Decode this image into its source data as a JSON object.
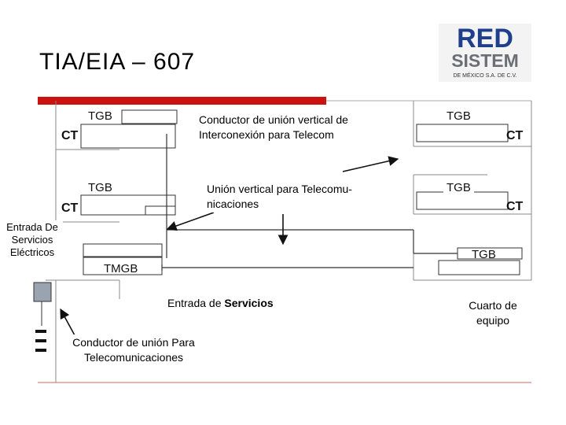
{
  "title": "TIA/EIA – 607",
  "logo": {
    "line1": "RED",
    "line2": "SISTEM",
    "line3": "DE MÉXICO S.A. DE C.V."
  },
  "labels": {
    "ct": "CT",
    "tgb": "TGB",
    "tmgb": "TMGB",
    "conductor_vertical": "Conductor de unión vertical de Interconexión para Telecom",
    "union_vertical": "Unión vertical para Telecomu-nicaciones",
    "entrada_electricos": "Entrada De Servicios Eléctricos",
    "entrada_servicios_prefix": "Entrada de ",
    "entrada_servicios_bold": "Servicios",
    "cuarto_equipo": "Cuarto de equipo",
    "conductor_union": "Conductor de unión Para Telecomunicaciones"
  },
  "colors": {
    "accent_bar": "#cc1111",
    "logo_blue": "#1f3e8c",
    "logo_gray": "#6b6e75"
  }
}
